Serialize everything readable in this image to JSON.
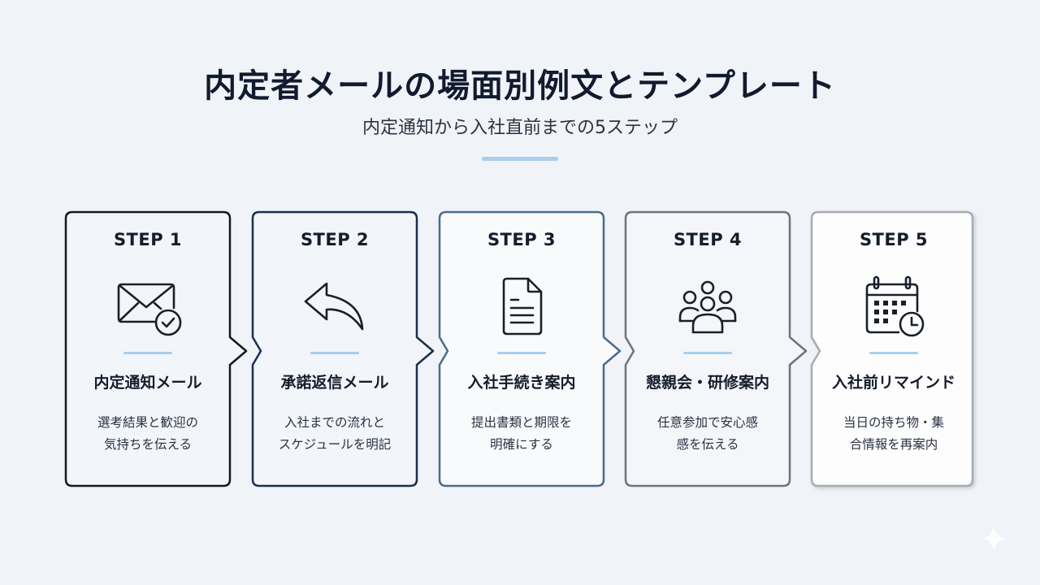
{
  "header": {
    "title": "内定者メールの場面別例文とテンプレート",
    "subtitle": "内定通知から入社直前までの5ステップ"
  },
  "colors": {
    "background": "#f0f3f7",
    "accent_divider": "#a9cdee",
    "text_dark": "#151c2b",
    "card_borders": [
      "#14181f",
      "#1d2f4e",
      "#4d6b8c",
      "#6c7480",
      "#a7acb3"
    ],
    "card_fills": [
      "#f2f5f9",
      "#f2f5f9",
      "#f8fafc",
      "#f4f6f9",
      "#fdfdfe"
    ]
  },
  "steps": [
    {
      "label": "STEP 1",
      "icon": "mail-check-icon",
      "heading": "内定通知メール",
      "desc_line1": "選考結果と歓迎の",
      "desc_line2": "気持ちを伝える"
    },
    {
      "label": "STEP 2",
      "icon": "reply-arrow-icon",
      "heading": "承諾返信メール",
      "desc_line1": "入社までの流れと",
      "desc_line2": "スケジュールを明記"
    },
    {
      "label": "STEP 3",
      "icon": "document-icon",
      "heading": "入社手続き案内",
      "desc_line1": "提出書類と期限を",
      "desc_line2": "明確にする"
    },
    {
      "label": "STEP 4",
      "icon": "people-group-icon",
      "heading": "懇親会・研修案内",
      "desc_line1": "任意参加で安心感",
      "desc_line2": "感を伝える"
    },
    {
      "label": "STEP 5",
      "icon": "calendar-clock-icon",
      "heading": "入社前リマインド",
      "desc_line1": "当日の持ち物・集",
      "desc_line2": "合情報を再案内"
    }
  ],
  "watermark": {
    "icon": "sparkle-icon"
  }
}
